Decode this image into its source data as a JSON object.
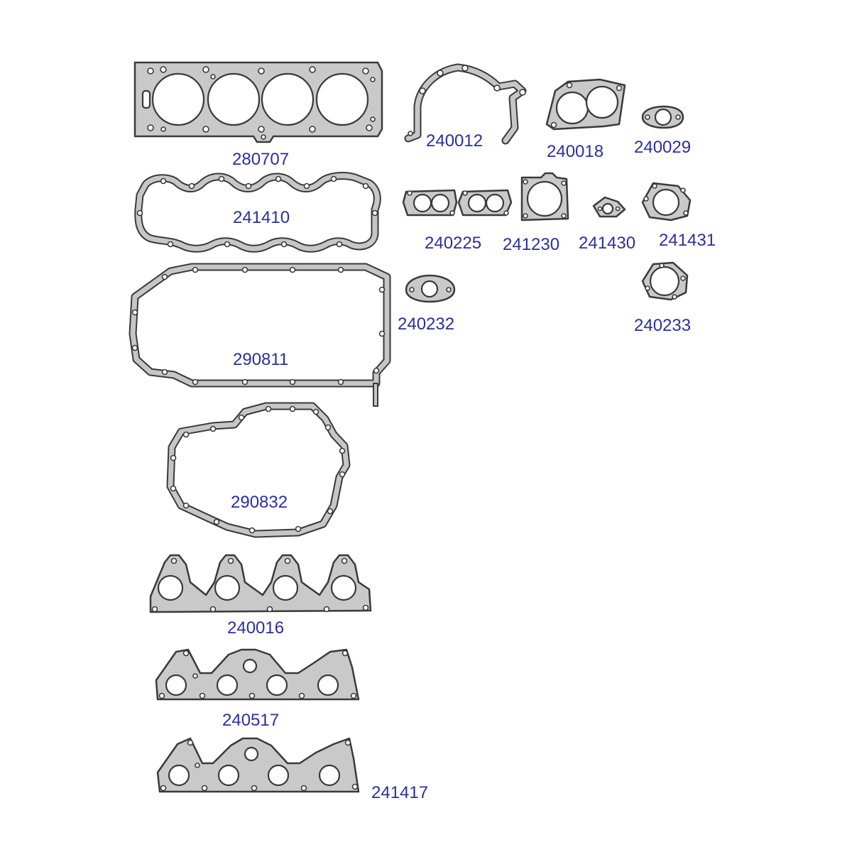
{
  "parts": {
    "p280707": {
      "number": "280707"
    },
    "p240012": {
      "number": "240012"
    },
    "p240018": {
      "number": "240018"
    },
    "p240029": {
      "number": "240029"
    },
    "p241410": {
      "number": "241410"
    },
    "p240225": {
      "number": "240225"
    },
    "p241230": {
      "number": "241230"
    },
    "p241430": {
      "number": "241430"
    },
    "p241431": {
      "number": "241431"
    },
    "p240232": {
      "number": "240232"
    },
    "p240233": {
      "number": "240233"
    },
    "p290811": {
      "number": "290811"
    },
    "p290832": {
      "number": "290832"
    },
    "p240016": {
      "number": "240016"
    },
    "p240517": {
      "number": "240517"
    },
    "p241417": {
      "number": "241417"
    }
  },
  "colors": {
    "label": "#2b2f9e",
    "gasket_fill": "#c9c9c9",
    "outline": "#3a3a3a"
  }
}
